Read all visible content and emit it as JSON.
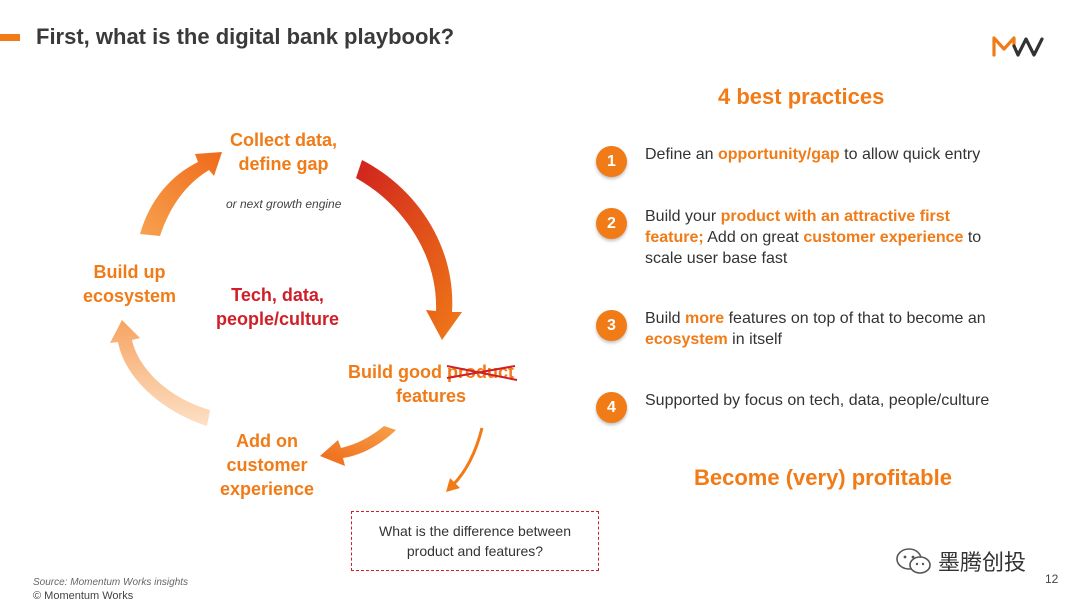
{
  "header": {
    "title": "First, what is the digital bank playbook?",
    "logo_text": "MW"
  },
  "cycle": {
    "step_collect_line1": "Collect data,",
    "step_collect_line2": "define gap",
    "step_collect_note": "or next growth engine",
    "step_build_line1_prefix": "Build good ",
    "step_build_struck": "product",
    "step_build_line2": "features",
    "step_customer_line1": "Add on",
    "step_customer_line2": "customer",
    "step_customer_line3": "experience",
    "step_ecosystem_line1": "Build up",
    "step_ecosystem_line2": "ecosystem",
    "center_line1": "Tech, data,",
    "center_line2": "people/culture"
  },
  "question_box": {
    "line1": "What is the difference between",
    "line2": "product and features?"
  },
  "best_practices": {
    "title": "4 best practices",
    "items": [
      {
        "number": "1",
        "parts": [
          "Define an ",
          "opportunity/gap",
          " to allow quick entry"
        ]
      },
      {
        "number": "2",
        "parts": [
          "Build  your ",
          "product with an attractive first feature;",
          " Add on great ",
          "customer experience",
          " to scale user base fast"
        ]
      },
      {
        "number": "3",
        "parts": [
          "Build ",
          "more",
          " features on top of that to become an ",
          "ecosystem",
          " in itself"
        ]
      },
      {
        "number": "4",
        "parts": [
          "Supported by focus on tech, data, people/culture"
        ]
      }
    ],
    "conclusion": "Become (very) profitable"
  },
  "footer": {
    "source": "Source: Momentum Works insights",
    "copyright": "© Momentum Works",
    "wechat_label": "墨腾创投",
    "page_number": "12"
  },
  "colors": {
    "accent": "#f07b17",
    "red": "#d01f28"
  }
}
